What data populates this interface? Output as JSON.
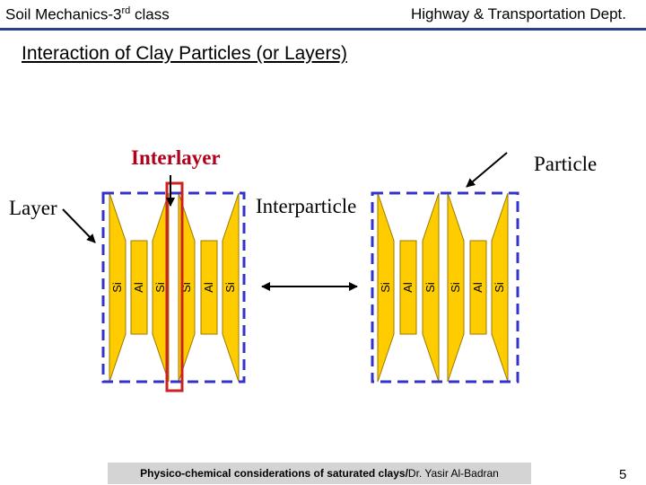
{
  "header": {
    "left_main": "Soil Mechanics-3",
    "left_sup": "rd",
    "left_rest": " class",
    "right": "Highway & Transportation Dept."
  },
  "title": "Interaction of Clay Particles (or Layers)",
  "labels": {
    "interlayer": "Interlayer",
    "particle": "Particle",
    "layer": "Layer",
    "interparticle": "Interparticle"
  },
  "sheets": {
    "left_particle": [
      "Si",
      "Al",
      "Si",
      "Si",
      "Al",
      "Si"
    ],
    "right_particle": [
      "Si",
      "Al",
      "Si",
      "Si",
      "Al",
      "Si"
    ]
  },
  "footer": {
    "bold_text": "Physico-chemical considerations of saturated clays/",
    "author": " Dr. Yasir Al-Badran"
  },
  "page_number": "5",
  "colors": {
    "sheet_fill": "#ffcc00",
    "sheet_edge": "#9a7a00",
    "particle_box": "#3333cc",
    "interlayer_box": "#cc2222",
    "header_line": "#2b3f8f",
    "interlayer_text": "#b0001c"
  }
}
